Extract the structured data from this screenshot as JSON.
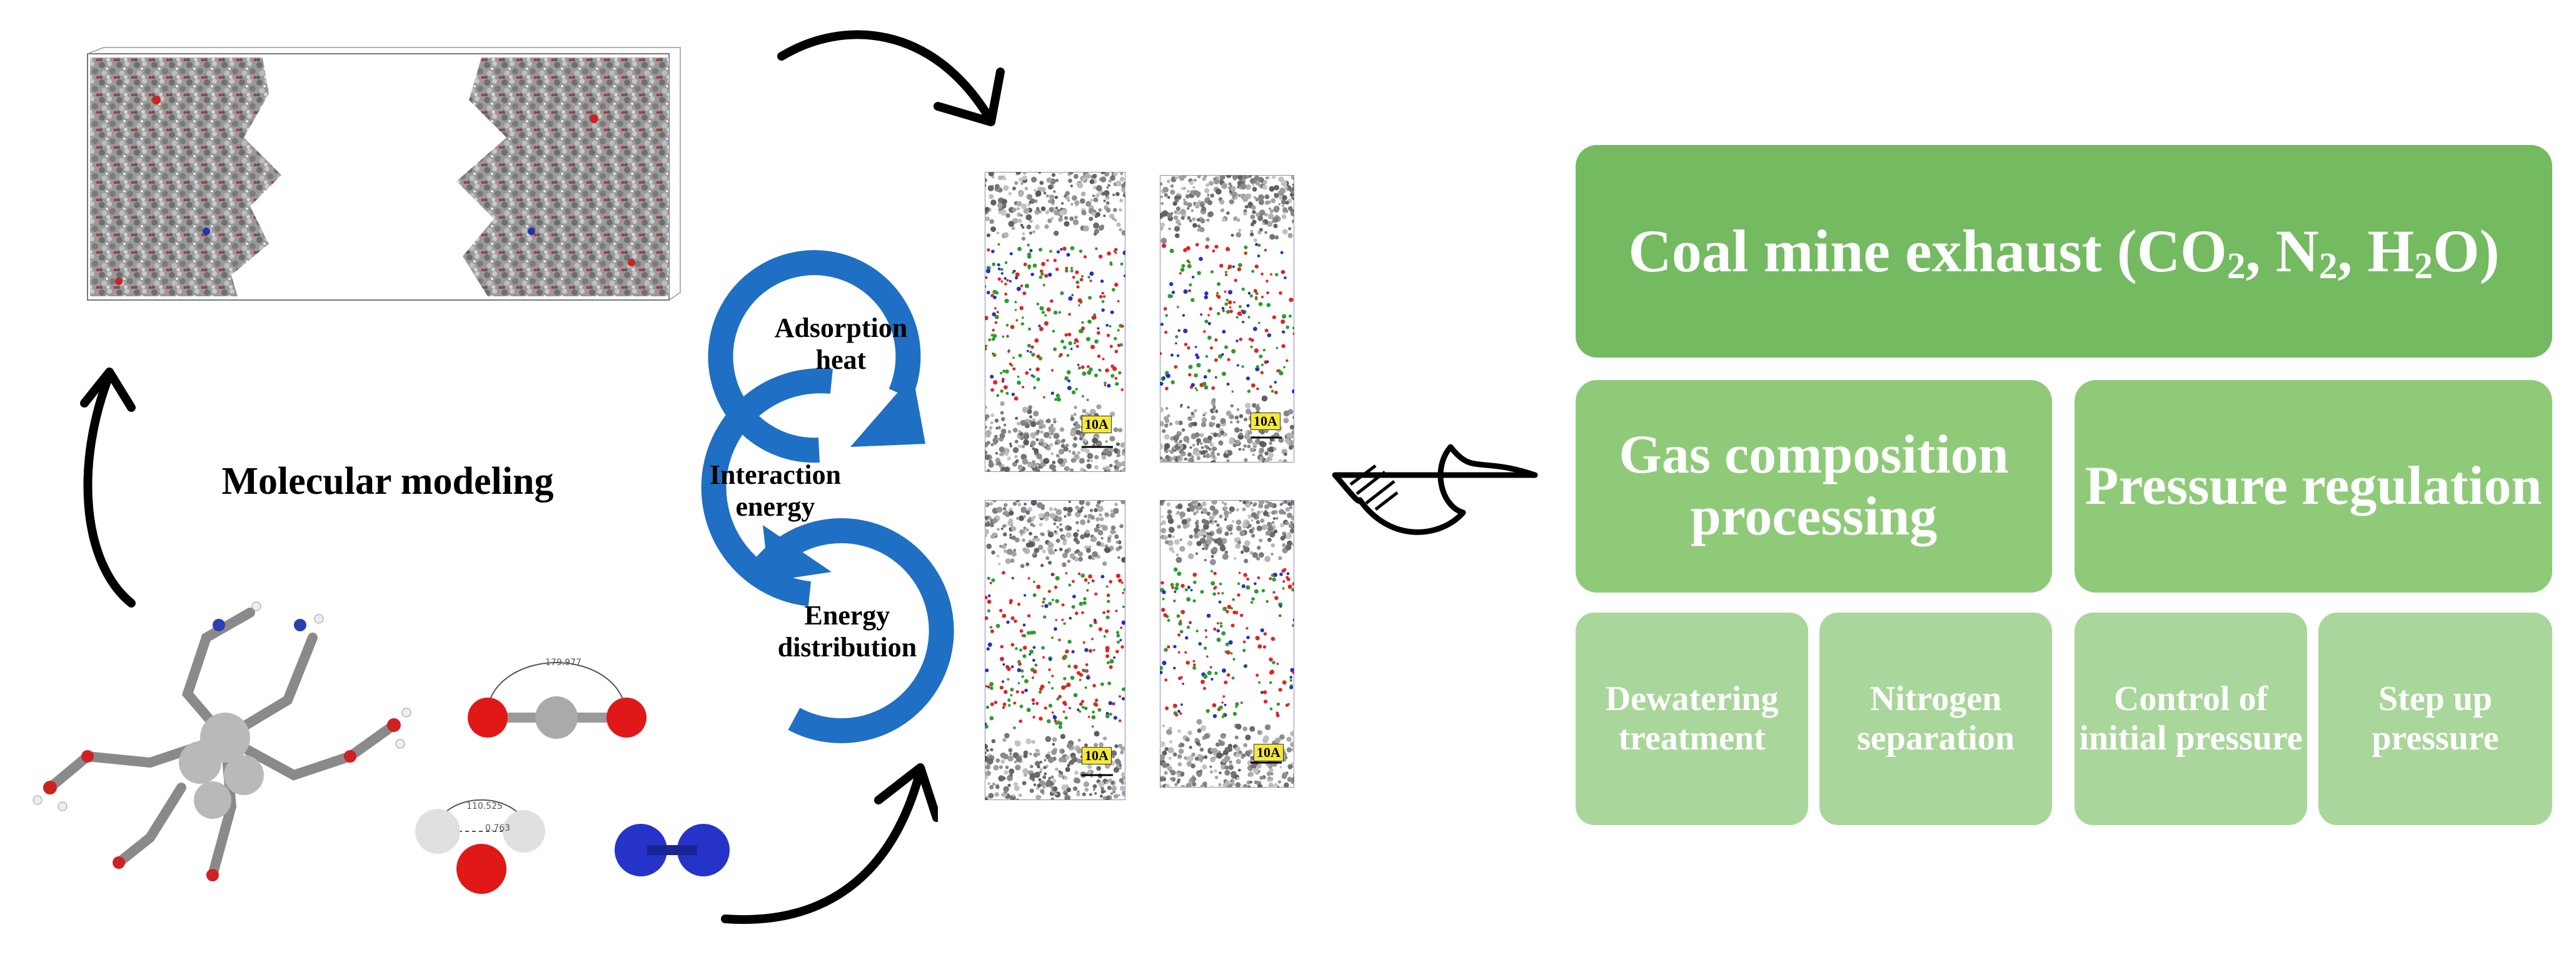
{
  "modeling": {
    "title": "Molecular modeling"
  },
  "cycle": {
    "items": [
      "Adsorption heat",
      "Interaction energy",
      "Energy distribution"
    ],
    "color": "#1f6fc4"
  },
  "molecules": {
    "co2_angle": "179.977",
    "h2o_angle": "110.525",
    "h2o_bond": "0.763"
  },
  "simulation": {
    "scale_label": "10A"
  },
  "hierarchy": {
    "top": {
      "prefix": "Coal mine exhaust (CO",
      "sub1": "2",
      "mid1": ", N",
      "sub2": "2",
      "mid2": ", H",
      "sub3": "2",
      "suffix": "O)"
    },
    "level2": [
      "Gas composition processing",
      "Pressure regulation"
    ],
    "level3": [
      "Dewatering treatment",
      "Nitrogen separation",
      "Control of initial pressure",
      "Step up pressure"
    ],
    "colors": {
      "level1": "#73ba60",
      "level2": "#8fca79",
      "level3": "#a9d69a"
    }
  }
}
